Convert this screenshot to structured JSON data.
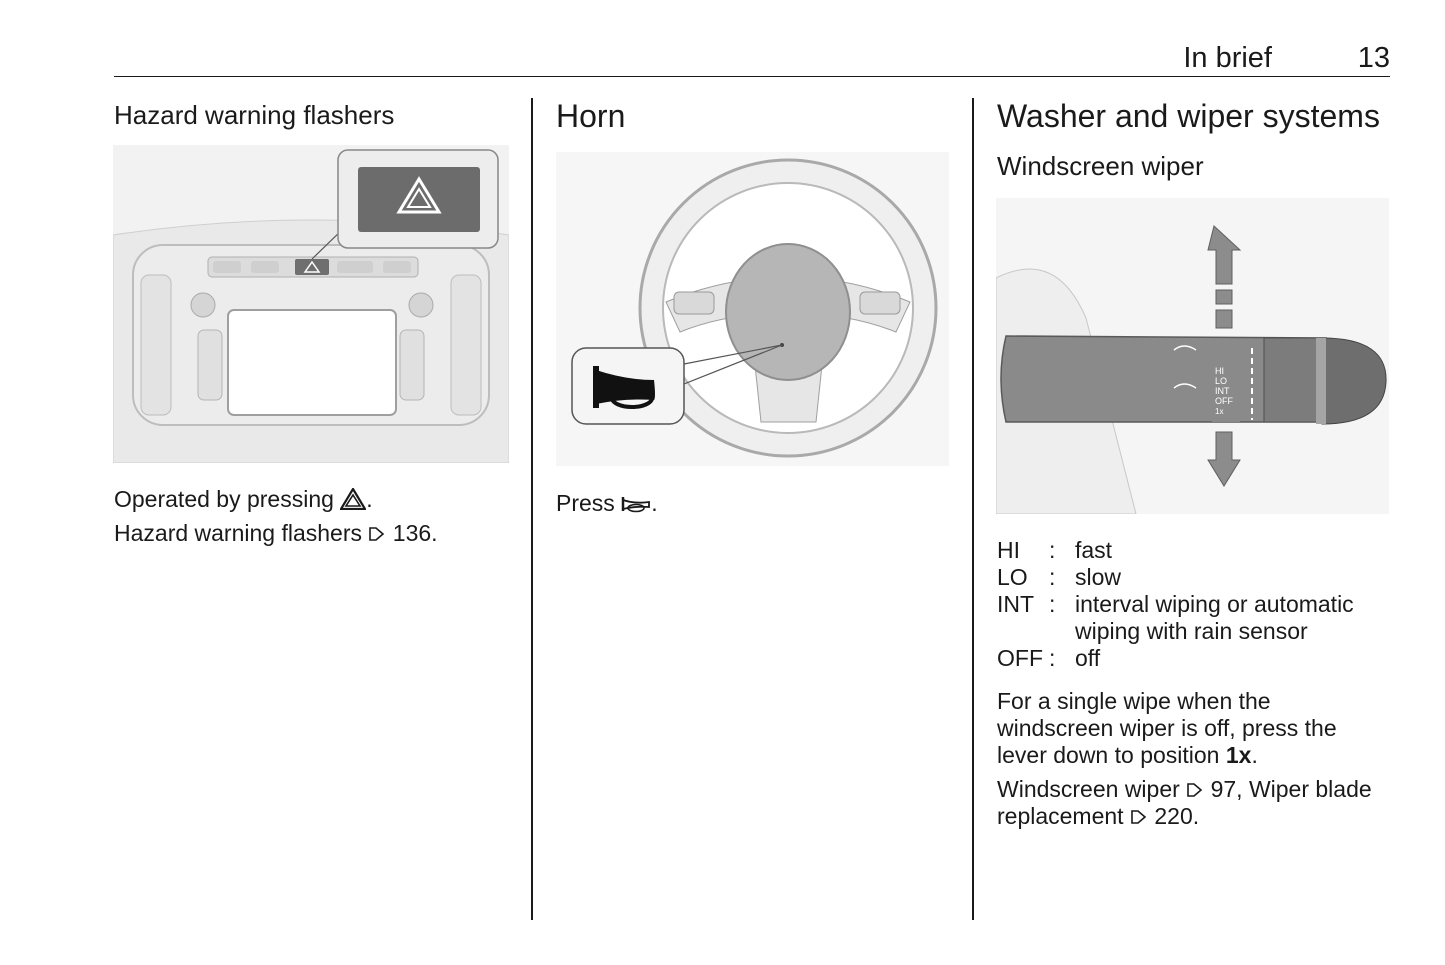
{
  "header": {
    "section": "In brief",
    "page_number": "13"
  },
  "hazard": {
    "title": "Hazard warning flashers",
    "line1_text": "Operated by pressing",
    "line1_end": ".",
    "line2_text": "Hazard warning flashers",
    "line2_ref": "136."
  },
  "horn": {
    "title": "Horn",
    "press_text": "Press",
    "press_end": "."
  },
  "washer": {
    "title": "Washer and wiper systems",
    "subtitle": "Windscreen wiper",
    "lever_labels": [
      "HI",
      "LO",
      "INT",
      "OFF",
      "1x"
    ],
    "legend": [
      {
        "key": "HI",
        "sep": ":",
        "value": "fast"
      },
      {
        "key": "LO",
        "sep": ":",
        "value": "slow"
      },
      {
        "key": "INT",
        "sep": ":",
        "value": "interval wiping or automatic wiping with rain sensor"
      },
      {
        "key": "OFF",
        "sep": ":",
        "value": "off"
      }
    ],
    "para1_a": "For a single wipe when the windscreen wiper is off, press the lever down to position",
    "para1_bold": "1x",
    "para1_end": ".",
    "para2_a": "Windscreen wiper",
    "para2_ref1": "97, Wiper blade replacement",
    "para2_ref2": "220."
  }
}
